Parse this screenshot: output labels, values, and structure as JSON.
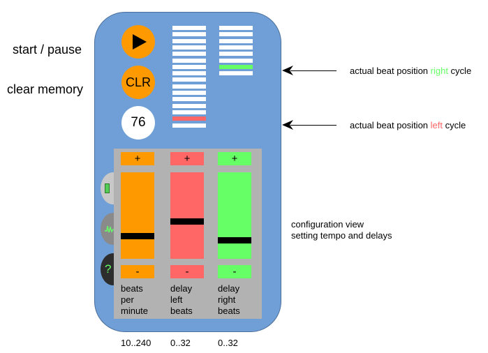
{
  "labels": {
    "start_pause": "start / pause",
    "clear_memory": "clear memory"
  },
  "controls": {
    "clr_label": "CLR",
    "bpm_value": "76"
  },
  "annotations": {
    "right_prefix": "actual beat position ",
    "right_word": "right",
    "right_suffix": " cycle",
    "left_prefix": "actual beat position ",
    "left_word": "left",
    "left_suffix": " cycle",
    "config_line1": "configuration view",
    "config_line2": "setting tempo and delays"
  },
  "beat_left": {
    "slots": 16,
    "active_slot": 14,
    "active_color": "#ff6666"
  },
  "beat_right": {
    "slots": 8,
    "active_slot": 6,
    "active_color": "#66ff66"
  },
  "columns": [
    {
      "plus": "+",
      "minus": "-",
      "label": "beats\nper\nminute",
      "range": "10..240",
      "color": "#ff9900",
      "level": 0.24
    },
    {
      "plus": "+",
      "minus": "-",
      "label": "delay\nleft\nbeats",
      "range": "0..32",
      "color": "#ff6666",
      "level": 0.43
    },
    {
      "plus": "+",
      "minus": "-",
      "label": "delay\nright\nbeats",
      "range": "0..32",
      "color": "#66ff66",
      "level": 0.19
    }
  ],
  "colors": {
    "panel": "#6f9fd6",
    "orange": "#ff9900",
    "red": "#ff6666",
    "green": "#66ff66",
    "config_bg": "#b2b2b2"
  },
  "icons": [
    "play-icon",
    "beat-indicator-icon",
    "waveform-icon",
    "help-icon"
  ],
  "help_glyph": "?"
}
